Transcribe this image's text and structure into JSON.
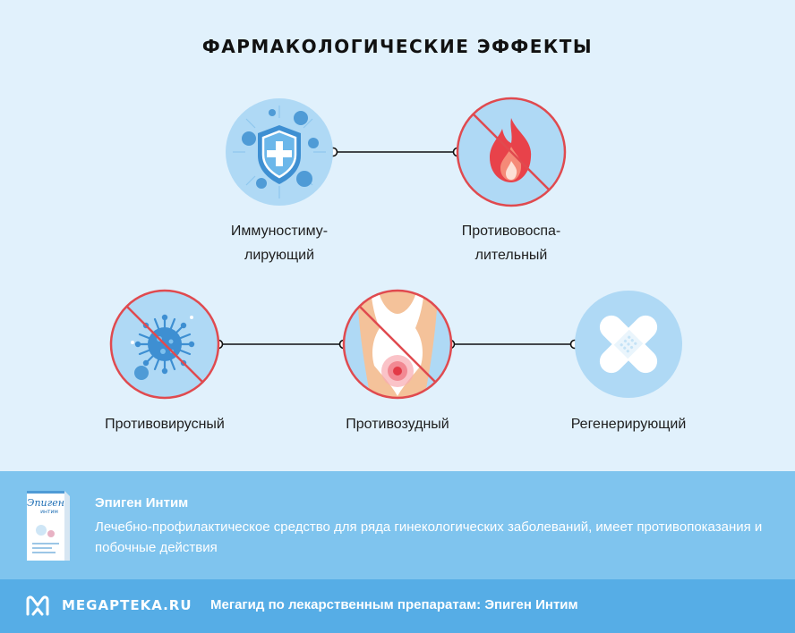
{
  "title": "ФАРМАКОЛОГИЧЕСКИЕ ЭФФЕКТЫ",
  "effects": [
    {
      "label": "Иммуностиму-\nлирующий",
      "icon": "immune-shield-icon",
      "crossed": false
    },
    {
      "label": "Противовоспа-\nлительный",
      "icon": "flame-icon",
      "crossed": true
    },
    {
      "label": "Противовирусный",
      "icon": "virus-icon",
      "crossed": true
    },
    {
      "label": "Противозудный",
      "icon": "body-itch-icon",
      "crossed": true
    },
    {
      "label": "Регенерирующий",
      "icon": "bandage-icon",
      "crossed": false
    }
  ],
  "product": {
    "box_brand": "Эпиген",
    "box_sub": "интим",
    "name": "Эпиген Интим",
    "description": "Лечебно-профилактическое средство для ряда гинекологических заболеваний, имеет противопоказания и побочные действия"
  },
  "footer": {
    "brand": "MEGAPTEKA.RU",
    "tagline": "Мегагид по лекарственным препаратам: Эпиген Интим"
  },
  "colors": {
    "background": "#e1f1fc",
    "circle": "#afd9f5",
    "cross": "#e04a4f",
    "infobar": "#7fc4ee",
    "footer": "#56ade6"
  }
}
